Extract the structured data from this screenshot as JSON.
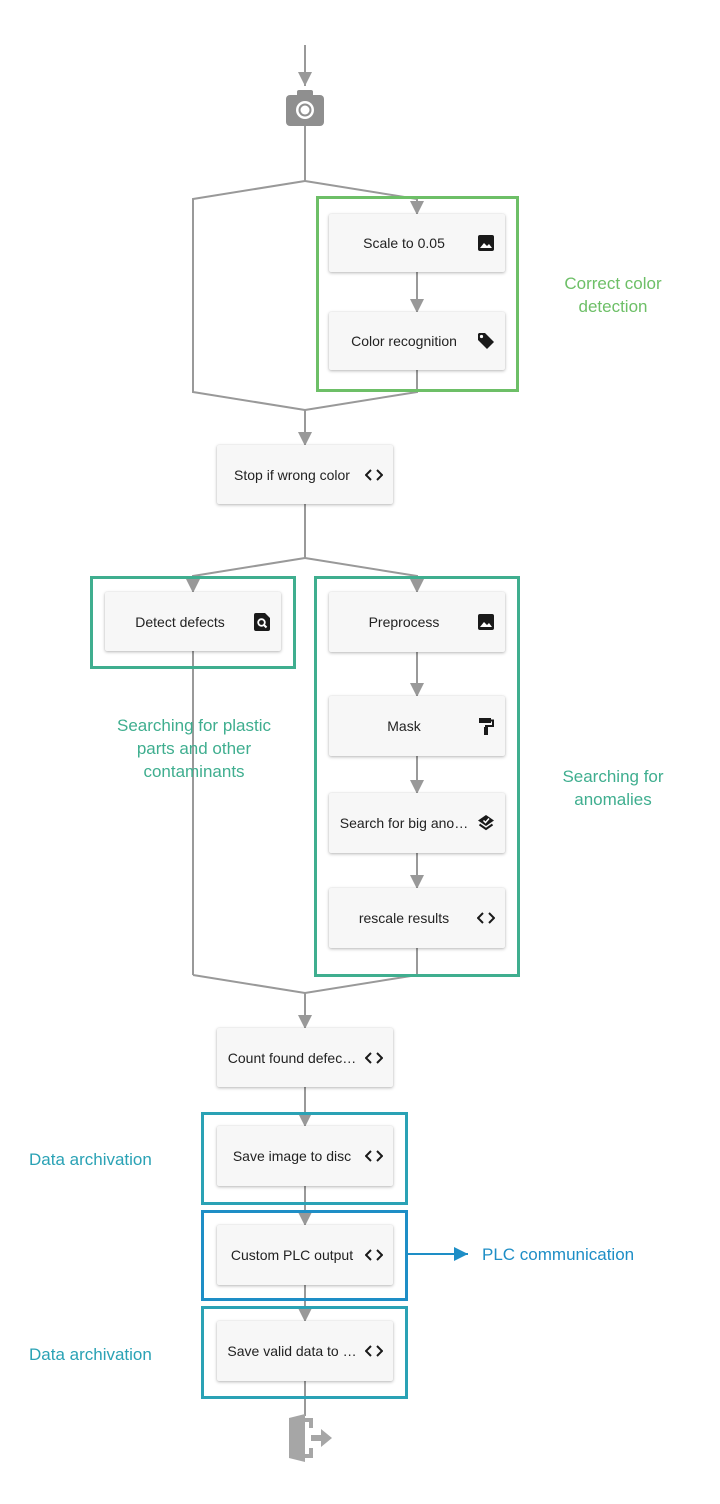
{
  "colors": {
    "connector": "#999999",
    "node_bg": "#f7f7f7",
    "icon": "#1a1a1a",
    "green": "#6dbf67",
    "teal": "#3fae8f",
    "cyan": "#2aa2b5",
    "blue": "#1e8ec6"
  },
  "start": {
    "icon": "camera-icon"
  },
  "end": {
    "icon": "exit-door-icon"
  },
  "nodes": {
    "scale": {
      "label": "Scale to 0.05",
      "icon": "image-icon"
    },
    "color_recognition": {
      "label": "Color recognition",
      "icon": "tag-icon"
    },
    "stop_wrong_color": {
      "label": "Stop if wrong color",
      "icon": "code-icon"
    },
    "detect_defects": {
      "label": "Detect defects",
      "icon": "search-document-icon"
    },
    "preprocess": {
      "label": "Preprocess",
      "icon": "image-icon"
    },
    "mask": {
      "label": "Mask",
      "icon": "paint-roller-icon"
    },
    "search_big": {
      "label": "Search for big ano…",
      "icon": "layers-icon"
    },
    "rescale": {
      "label": "rescale results",
      "icon": "code-icon"
    },
    "count": {
      "label": "Count found defec…",
      "icon": "code-icon"
    },
    "save_image": {
      "label": "Save image to disc",
      "icon": "code-icon"
    },
    "plc_output": {
      "label": "Custom PLC output",
      "icon": "code-icon"
    },
    "save_valid": {
      "label": "Save valid data to …",
      "icon": "code-icon"
    }
  },
  "groups": {
    "color_detection": {
      "label_line1": "Correct color",
      "label_line2": "detection"
    },
    "contaminants": {
      "label_line1": "Searching for plastic",
      "label_line2": "parts and other",
      "label_line3": "contaminants"
    },
    "anomalies": {
      "label_line1": "Searching for",
      "label_line2": "anomalies"
    },
    "archivation_1": {
      "label": "Data archivation"
    },
    "plc": {
      "label": "PLC communication"
    },
    "archivation_2": {
      "label": "Data archivation"
    }
  }
}
